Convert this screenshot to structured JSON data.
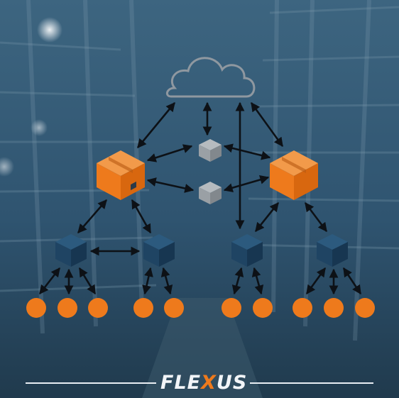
{
  "brand": {
    "name": "FLEXUS",
    "prefix": "FLE",
    "mark": "X",
    "suffix": "US",
    "accent_color": "#ee7a1c",
    "text_color": "#f2f5f8"
  },
  "diagram": {
    "cloud": {
      "label": "cloud-icon",
      "color": "#8f98a0"
    },
    "colors": {
      "warehouse": "#ee7a1c",
      "hub": "#1f4463",
      "local": "#9aa0a5",
      "endpoint": "#ee7a1c",
      "arrow": "#0d1116"
    }
  }
}
